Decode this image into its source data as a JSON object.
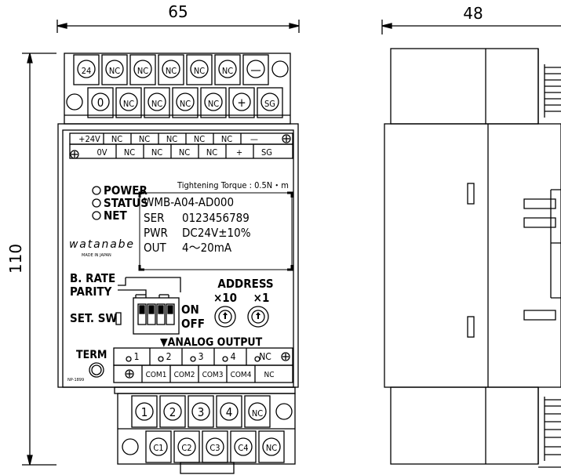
{
  "dimensions": {
    "width": "65",
    "depth": "48",
    "height": "110"
  },
  "top_terminals_upper": [
    "24",
    "NC",
    "NC",
    "NC",
    "NC",
    "NC",
    "—"
  ],
  "top_terminals_lower": [
    "0",
    "NC",
    "NC",
    "NC",
    "NC",
    "+",
    "SG"
  ],
  "terminal_cover_top": [
    "+24V",
    "NC",
    "NC",
    "NC",
    "NC",
    "NC",
    "—"
  ],
  "terminal_cover_bottom": [
    "0V",
    "NC",
    "NC",
    "NC",
    "NC",
    "+",
    "SG"
  ],
  "leds": [
    "POWER",
    "STATUS",
    "NET"
  ],
  "torque_text": "Tightening Torque : 0.5N・m",
  "nameplate": {
    "model": "WMB-A04-AD000",
    "ser_label": "SER",
    "ser_value": "0123456789",
    "pwr_label": "PWR",
    "pwr_value": "DC24V±10%",
    "out_label": "OUT",
    "out_value": "4～20mA"
  },
  "logo": "watanabe",
  "made_in": "MADE IN JAPAN",
  "switch_labels": {
    "b_rate": "B. RATE",
    "parity": "PARITY",
    "set_sw": "SET. SW",
    "on": "ON",
    "off": "OFF"
  },
  "address": {
    "label": "ADDRESS",
    "x10": "×10",
    "x1": "×1"
  },
  "analog_output": "▼ANALOG OUTPUT",
  "output_channels": [
    "1",
    "2",
    "3",
    "4",
    "NC"
  ],
  "com_labels": [
    "COM1",
    "COM2",
    "COM3",
    "COM4",
    "NC"
  ],
  "term_label": "TERM",
  "part_no": "NP-1899",
  "bottom_terminals_upper": [
    "1",
    "2",
    "3",
    "4",
    "NC"
  ],
  "bottom_terminals_lower": [
    "C1",
    "C2",
    "C3",
    "C4",
    "NC"
  ]
}
